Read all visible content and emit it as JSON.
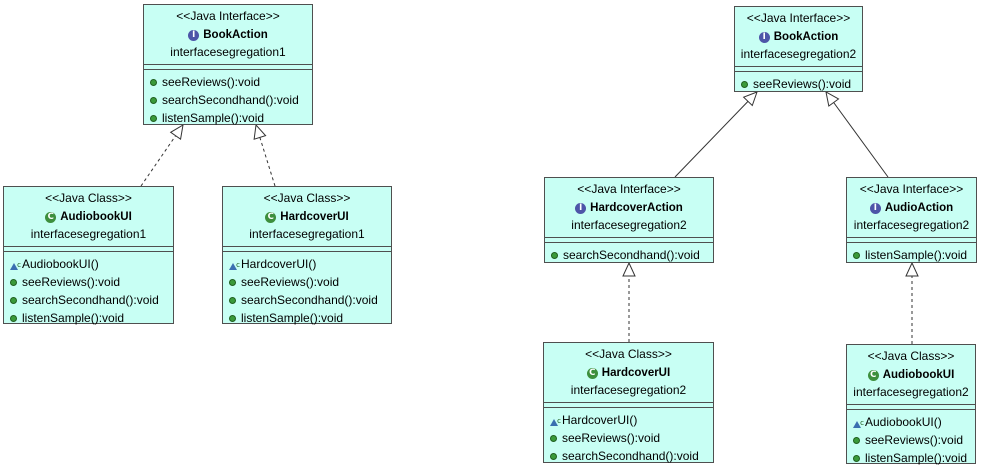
{
  "diagram": {
    "boxes": {
      "book_action_1": {
        "stereotype": "<<Java Interface>>",
        "name": "BookAction",
        "package": "interfacesegregation1",
        "icon": "interface-icon",
        "members": [
          {
            "label": "seeReviews():void",
            "kind": "method"
          },
          {
            "label": "searchSecondhand():void",
            "kind": "method"
          },
          {
            "label": "listenSample():void",
            "kind": "method"
          }
        ]
      },
      "audiobook_ui_1": {
        "stereotype": "<<Java Class>>",
        "name": "AudiobookUI",
        "package": "interfacesegregation1",
        "icon": "class-icon",
        "members": [
          {
            "label": "AudiobookUI()",
            "kind": "constructor"
          },
          {
            "label": "seeReviews():void",
            "kind": "method"
          },
          {
            "label": "searchSecondhand():void",
            "kind": "method"
          },
          {
            "label": "listenSample():void",
            "kind": "method"
          }
        ]
      },
      "hardcover_ui_1": {
        "stereotype": "<<Java Class>>",
        "name": "HardcoverUI",
        "package": "interfacesegregation1",
        "icon": "class-icon",
        "members": [
          {
            "label": "HardcoverUI()",
            "kind": "constructor"
          },
          {
            "label": "seeReviews():void",
            "kind": "method"
          },
          {
            "label": "searchSecondhand():void",
            "kind": "method"
          },
          {
            "label": "listenSample():void",
            "kind": "method"
          }
        ]
      },
      "book_action_2": {
        "stereotype": "<<Java Interface>>",
        "name": "BookAction",
        "package": "interfacesegregation2",
        "icon": "interface-icon",
        "members": [
          {
            "label": "seeReviews():void",
            "kind": "method"
          }
        ]
      },
      "hardcover_action_2": {
        "stereotype": "<<Java Interface>>",
        "name": "HardcoverAction",
        "package": "interfacesegregation2",
        "icon": "interface-icon",
        "members": [
          {
            "label": "searchSecondhand():void",
            "kind": "method"
          }
        ]
      },
      "audio_action_2": {
        "stereotype": "<<Java Interface>>",
        "name": "AudioAction",
        "package": "interfacesegregation2",
        "icon": "interface-icon",
        "members": [
          {
            "label": "listenSample():void",
            "kind": "method"
          }
        ]
      },
      "hardcover_ui_2": {
        "stereotype": "<<Java Class>>",
        "name": "HardcoverUI",
        "package": "interfacesegregation2",
        "icon": "class-icon",
        "members": [
          {
            "label": "HardcoverUI()",
            "kind": "constructor"
          },
          {
            "label": "seeReviews():void",
            "kind": "method"
          },
          {
            "label": "searchSecondhand():void",
            "kind": "method"
          }
        ]
      },
      "audiobook_ui_2": {
        "stereotype": "<<Java Class>>",
        "name": "AudiobookUI",
        "package": "interfacesegregation2",
        "icon": "class-icon",
        "members": [
          {
            "label": "AudiobookUI()",
            "kind": "constructor"
          },
          {
            "label": "seeReviews():void",
            "kind": "method"
          },
          {
            "label": "listenSample():void",
            "kind": "method"
          }
        ]
      }
    },
    "relations": [
      {
        "from": "audiobook_ui_1",
        "to": "book_action_1",
        "type": "realization"
      },
      {
        "from": "hardcover_ui_1",
        "to": "book_action_1",
        "type": "realization"
      },
      {
        "from": "hardcover_action_2",
        "to": "book_action_2",
        "type": "generalization"
      },
      {
        "from": "audio_action_2",
        "to": "book_action_2",
        "type": "generalization"
      },
      {
        "from": "hardcover_ui_2",
        "to": "hardcover_action_2",
        "type": "realization"
      },
      {
        "from": "audiobook_ui_2",
        "to": "audio_action_2",
        "type": "realization"
      }
    ],
    "colors": {
      "box_fill": "#c8fff4",
      "border": "#4f4f4f",
      "interface_badge": "#4d55a8",
      "class_badge": "#3d8f3d",
      "method_dot": "#3a9a3a"
    }
  }
}
